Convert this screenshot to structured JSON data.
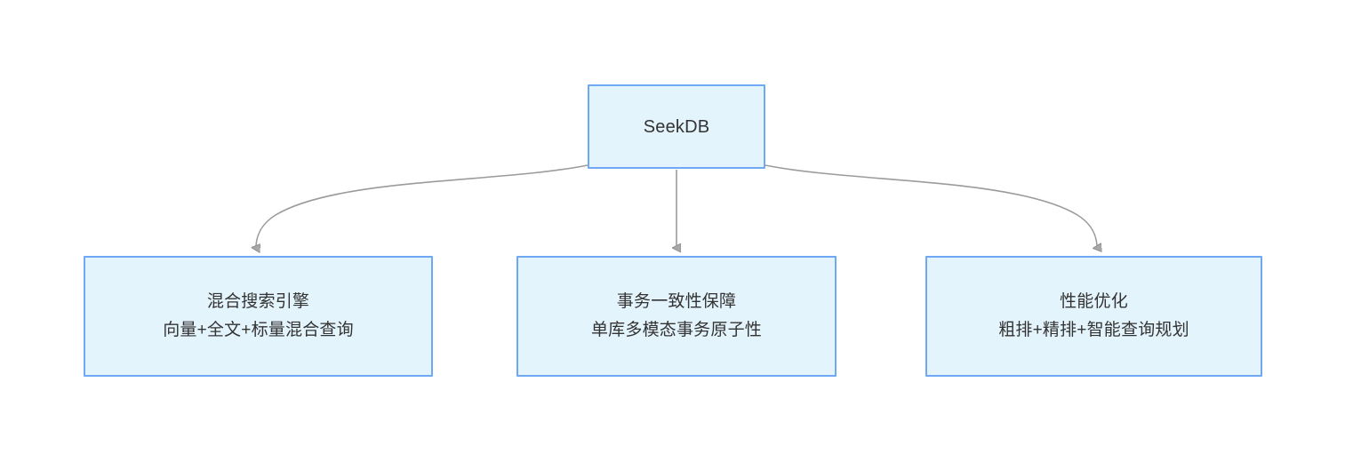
{
  "diagram": {
    "type": "flowchart",
    "direction": "top-down",
    "background_color": "#ffffff",
    "node_fill_color": "#e4f4fd",
    "node_border_color": "#6fa8f5",
    "node_text_color": "#333333",
    "edge_color": "#9b9b9b",
    "arrowhead_fill_color": "#a8a8a8"
  },
  "nodes": {
    "root": {
      "id": "root",
      "label": "SeekDB",
      "lines": [
        "SeekDB"
      ]
    },
    "search": {
      "id": "hybrid-search-engine",
      "title": "混合搜索引擎",
      "subtitle": "向量+全文+标量混合查询",
      "lines": [
        "混合搜索引擎",
        "向量+全文+标量混合查询"
      ]
    },
    "transaction": {
      "id": "transaction-consistency",
      "title": "事务一致性保障",
      "subtitle": "单库多模态事务原子性",
      "lines": [
        "事务一致性保障",
        "单库多模态事务原子性"
      ]
    },
    "performance": {
      "id": "performance-optimization",
      "title": "性能优化",
      "subtitle": "粗排+精排+智能查询规划",
      "lines": [
        "性能优化",
        "粗排+精排+智能查询规划"
      ]
    }
  },
  "edges": [
    {
      "id": "edge-root-to-search",
      "from": "SeekDB",
      "to": "混合搜索引擎",
      "style": "curved"
    },
    {
      "id": "edge-root-to-transaction",
      "from": "SeekDB",
      "to": "事务一致性保障",
      "style": "straight"
    },
    {
      "id": "edge-root-to-performance",
      "from": "SeekDB",
      "to": "性能优化",
      "style": "curved"
    }
  ]
}
